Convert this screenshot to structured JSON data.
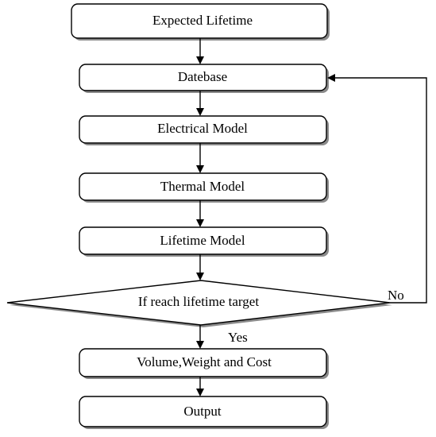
{
  "nodes": {
    "expected_lifetime": "Expected Lifetime",
    "datebase": "Datebase",
    "electrical_model": "Electrical Model",
    "thermal_model": "Thermal Model",
    "lifetime_model": "Lifetime Model",
    "decision": "If reach lifetime target",
    "volume_weight_cost": "Volume,Weight and Cost",
    "output": "Output"
  },
  "edges": {
    "yes_label": "Yes",
    "no_label": "No"
  }
}
